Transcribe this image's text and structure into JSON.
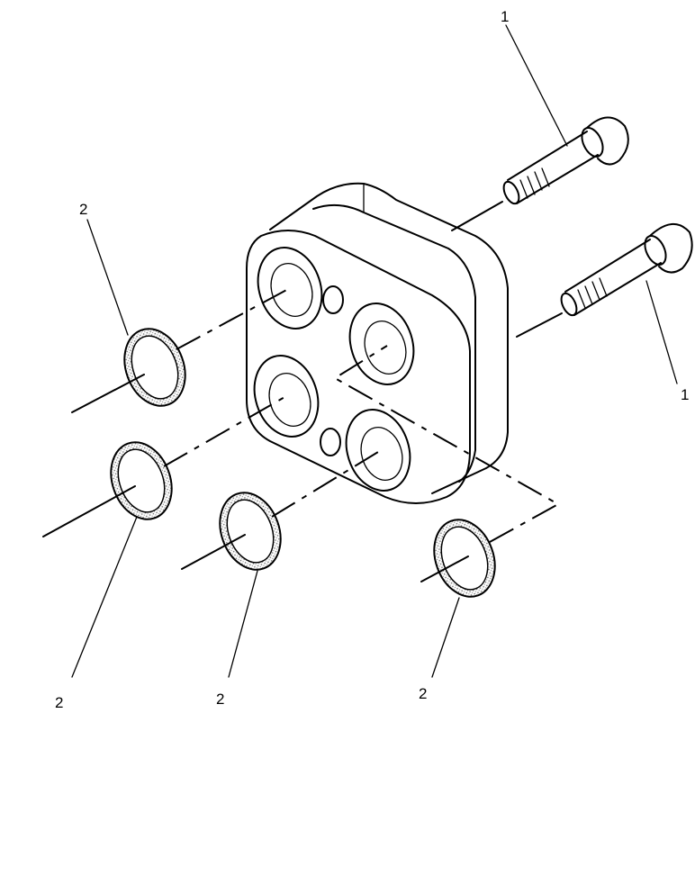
{
  "diagram": {
    "callouts": [
      {
        "id": "bolt-upper",
        "label": "1"
      },
      {
        "id": "bolt-lower",
        "label": "1"
      },
      {
        "id": "seal-upper-left",
        "label": "2"
      },
      {
        "id": "seal-mid-left",
        "label": "2"
      },
      {
        "id": "seal-bottom-mid",
        "label": "2"
      },
      {
        "id": "seal-bottom-right",
        "label": "2"
      }
    ],
    "colors": {
      "ink": "#000000",
      "seal_fill": "#cfcfcf",
      "background": "#ffffff"
    }
  }
}
